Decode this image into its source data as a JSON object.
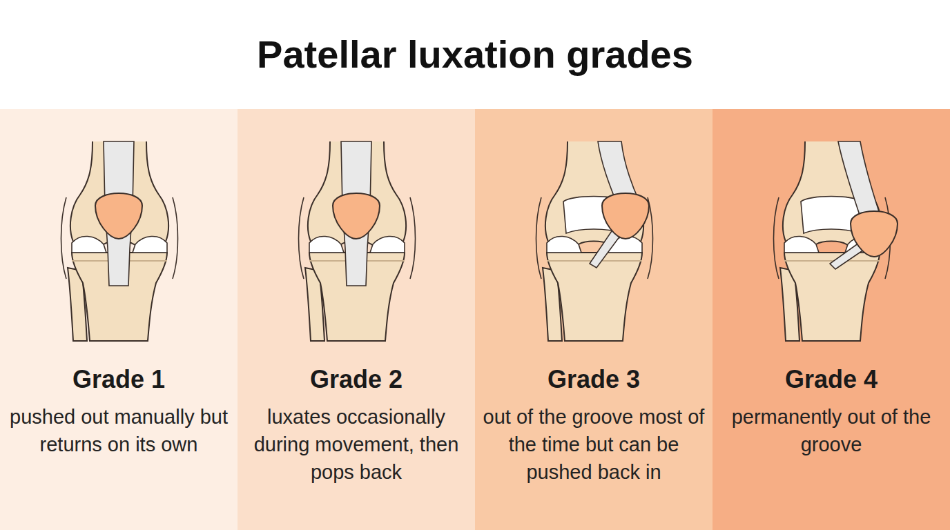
{
  "diagram": {
    "title": "Patellar luxation grades",
    "nodes": [
      {
        "text": [
          "Grade 1",
          "pushed out manually but returns on its own"
        ]
      },
      {
        "text": [
          "Grade 2",
          "luxates occasionally during movement, then pops back"
        ]
      },
      {
        "text": [
          "Grade 3",
          "out of the groove most of the time but can be pushed back in"
        ]
      },
      {
        "text": [
          "Grade 4",
          "permanently out of the groove"
        ]
      }
    ]
  }
}
